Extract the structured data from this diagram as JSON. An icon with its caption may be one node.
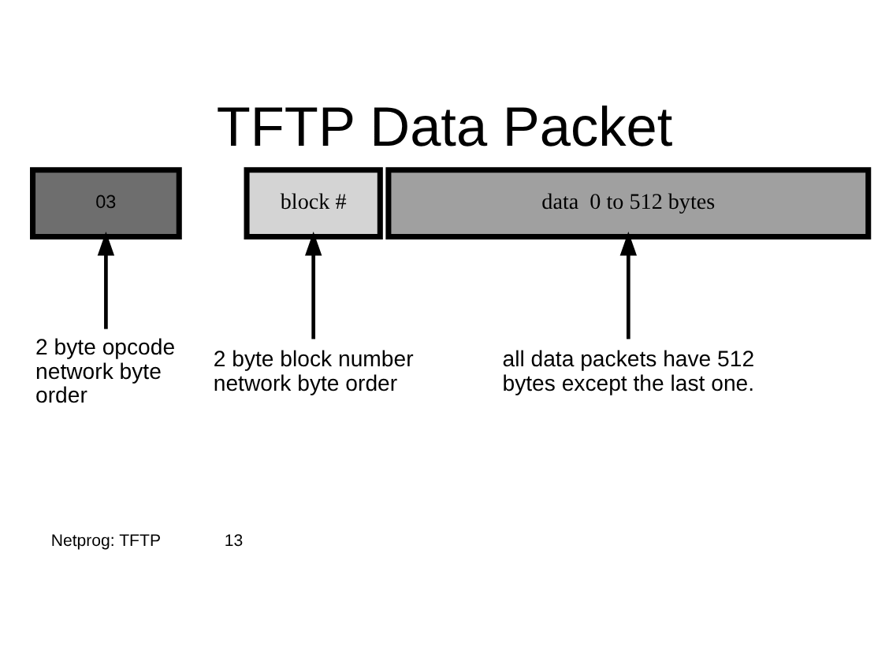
{
  "diagram": {
    "title": "TFTP Data Packet",
    "nodes": [
      {
        "text": [
          "03"
        ]
      },
      {
        "text": [
          "block #"
        ]
      },
      {
        "text": [
          "data  0 to 512 bytes"
        ]
      },
      {
        "text": [
          "2 byte opcode network byte order"
        ]
      },
      {
        "text": [
          "2 byte block number network byte order"
        ]
      },
      {
        "text": [
          "all data packets have 512 bytes except the last one."
        ]
      }
    ],
    "edges": [
      {
        "from": 3,
        "to": 0,
        "arrow": "to"
      },
      {
        "from": 4,
        "to": 1,
        "arrow": "to"
      },
      {
        "from": 5,
        "to": 2,
        "arrow": "to"
      }
    ],
    "labels": [
      "Netprog: TFTP",
      "13"
    ]
  }
}
